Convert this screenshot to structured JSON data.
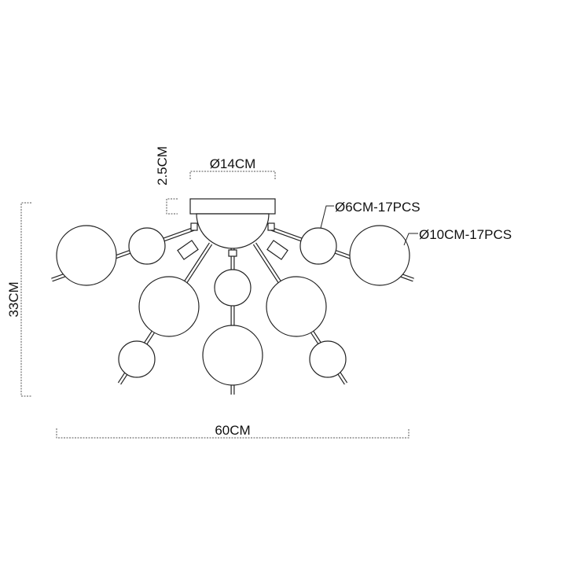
{
  "dimensions": {
    "height": "33CM",
    "width": "60CM",
    "canopy_diameter": "Ø14CM",
    "canopy_height": "2.5CM"
  },
  "callouts": {
    "small_sphere": "Ø6CM-17PCS",
    "large_sphere": "Ø10CM-17PCS"
  },
  "colors": {
    "line": "#222222",
    "background": "#ffffff"
  }
}
